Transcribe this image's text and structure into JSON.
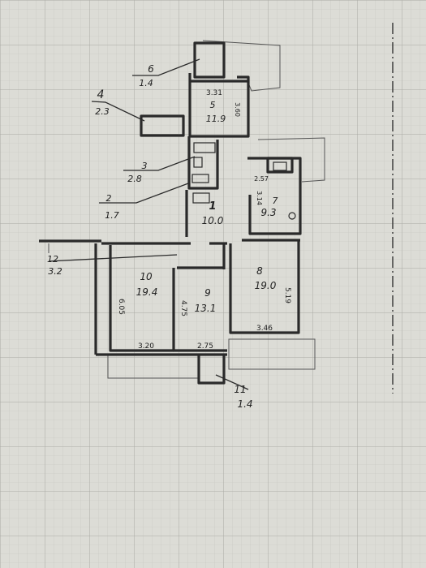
{
  "plan": {
    "rooms": [
      {
        "number": "1",
        "area": "10.0"
      },
      {
        "number": "2",
        "area": "1.7"
      },
      {
        "number": "3",
        "area": "2.8"
      },
      {
        "number": "4",
        "area": "2.3"
      },
      {
        "number": "5",
        "area": "11.9"
      },
      {
        "number": "6",
        "area": "1.4"
      },
      {
        "number": "7",
        "area": "9.3"
      },
      {
        "number": "8",
        "area": "19.0"
      },
      {
        "number": "9",
        "area": "13.1"
      },
      {
        "number": "10",
        "area": "19.4"
      },
      {
        "number": "11",
        "area": "1.4"
      },
      {
        "number": "12",
        "area": "3.2"
      }
    ],
    "dimensions": [
      "3.31",
      "3.60",
      "2.57",
      "3.14",
      "6.05",
      "4.75",
      "5.19",
      "3.20",
      "2.75",
      "3.46"
    ]
  },
  "colors": {
    "paper": "#dcdcd6",
    "grid": "#b9b9b3",
    "ink": "#1e1e1e",
    "wall": "#2a2a2a"
  }
}
